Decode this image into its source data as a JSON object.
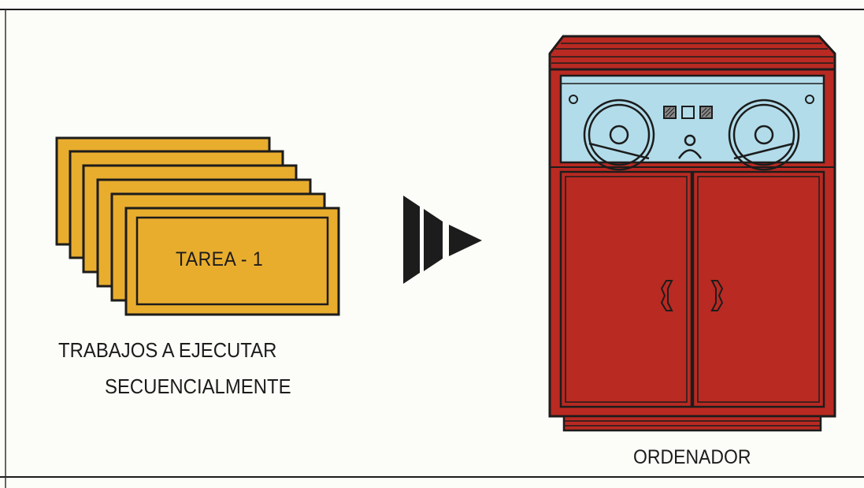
{
  "diagram": {
    "task_label": "TAREA - 1",
    "caption_line_1": "TRABAJOS A EJECUTAR",
    "caption_line_2": "SECUENCIALMENTE",
    "computer_label": "ORDENADOR",
    "task_card_count": 6
  },
  "colors": {
    "background": "#fcfcf8",
    "task_card": "#e9ad2e",
    "computer_cabinet": "#b92a22",
    "tape_panel": "#b2dcea",
    "ink": "#1c1c1c"
  }
}
